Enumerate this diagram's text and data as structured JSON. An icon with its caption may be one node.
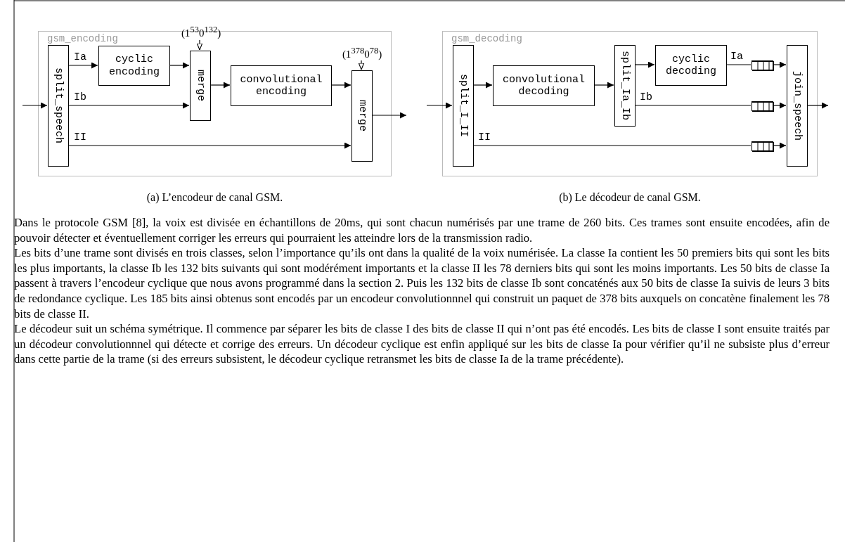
{
  "diagram": {
    "nodes": [
      {
        "text": [
          "gsm_encoding"
        ],
        "beside": [
          "(a) L’encodeur de canal GSM."
        ]
      },
      {
        "text": [
          "split_speech"
        ],
        "in": 0
      },
      {
        "text": [
          "cyclic encoding"
        ],
        "in": 0
      },
      {
        "text": [
          "merge"
        ],
        "in": 0
      },
      {
        "text": [
          "convolutional encoding"
        ],
        "in": 0
      },
      {
        "text": [
          "merge"
        ],
        "in": 0
      },
      {
        "text": [
          "(1$^{53}$0$^{132}$)"
        ]
      },
      {
        "text": [
          "(1$^{378}$0$^{78}$)"
        ],
        "in": 0
      },
      {
        "text": [
          "gsm_decoding"
        ],
        "beside": [
          "(b) Le décodeur de canal GSM."
        ]
      },
      {
        "text": [
          "split_I_II"
        ],
        "in": 8
      },
      {
        "text": [
          "convolutional decoding"
        ],
        "in": 8
      },
      {
        "text": [
          "split_Ia_Ib"
        ],
        "in": 8
      },
      {
        "text": [
          "cyclic decoding"
        ],
        "in": 8
      },
      {
        "text": [
          "join_speech"
        ],
        "in": 8
      },
      {
        "text": [],
        "shape": "queue",
        "in": 8
      },
      {
        "text": [],
        "shape": "queue",
        "in": 8
      },
      {
        "text": [],
        "shape": "queue",
        "in": 8
      }
    ],
    "edges": [
      {
        "from": null,
        "to": 1,
        "arrow": "to"
      },
      {
        "from": 1,
        "to": 2,
        "arrow": "to",
        "label": "Ia"
      },
      {
        "from": 2,
        "to": 3,
        "arrow": "to"
      },
      {
        "from": 1,
        "to": 3,
        "arrow": "to",
        "label": "Ib"
      },
      {
        "from": 3,
        "to": 4,
        "arrow": "to"
      },
      {
        "from": 4,
        "to": 5,
        "arrow": "to"
      },
      {
        "from": 1,
        "to": 5,
        "arrow": "to",
        "label": "II"
      },
      {
        "from": 5,
        "to": null,
        "arrow": "to"
      },
      {
        "from": 6,
        "to": 3,
        "arrow": "to"
      },
      {
        "from": 7,
        "to": 5,
        "arrow": "to"
      },
      {
        "from": null,
        "to": 9,
        "arrow": "to"
      },
      {
        "from": 9,
        "to": 10,
        "arrow": "to"
      },
      {
        "from": 10,
        "to": 11,
        "arrow": "to"
      },
      {
        "from": 11,
        "to": 12,
        "arrow": "to"
      },
      {
        "from": 12,
        "to": 14,
        "arrow": "none",
        "label": "Ia"
      },
      {
        "from": 14,
        "to": 13,
        "arrow": "to"
      },
      {
        "from": 11,
        "to": 15,
        "arrow": "none",
        "label": "Ib"
      },
      {
        "from": 15,
        "to": 13,
        "arrow": "to"
      },
      {
        "from": 9,
        "to": 16,
        "arrow": "none",
        "label": "II"
      },
      {
        "from": 16,
        "to": 13,
        "arrow": "to"
      },
      {
        "from": 13,
        "to": null,
        "arrow": "to"
      }
    ],
    "labels": [
      "Dans le protocole GSM [8], la voix est divisée en échantillons de 20ms, qui sont chacun numérisés par une trame de 260 bits. Ces trames sont ensuite encodées, afin de pouvoir détecter et éventuellement corriger les erreurs qui pourraient les atteindre lors de la transmission radio.",
      "Les bits d’une trame sont divisés en trois classes, selon l’importance qu’ils ont dans la qualité de la voix numérisée. La classe Ia contient les 50 premiers bits qui sont les bits les plus importants, la classe Ib les 132 bits suivants qui sont modérément importants et la classe II les 78 derniers bits qui sont les moins importants. Les 50 bits de classe Ia passent à travers l’encodeur cyclique que nous avons programmé dans la section 2. Puis les 132 bits de classe Ib sont concaténés aux 50 bits de classe Ia suivis de leurs 3 bits de redondance cyclique. Les 185 bits ainsi obtenus sont encodés par un encodeur convolutionnnel qui construit un paquet de 378 bits auxquels on concatène finalement les 78 bits de classe II.",
      "Le décodeur suit un schéma symétrique. Il commence par séparer les bits de classe I des bits de classe II qui n’ont pas été encodés. Les bits de classe I sont ensuite traités par un décodeur convolutionnnel qui détecte et corrige des erreurs. Un décodeur cyclique est enfin appliqué sur les bits de classe Ia pour vérifier qu’il ne subsiste plus d’erreur dans cette partie de la trame (si des erreurs subsistent, le décodeur cyclique retransmet les bits de classe Ia de la trame précédente)."
    ]
  }
}
